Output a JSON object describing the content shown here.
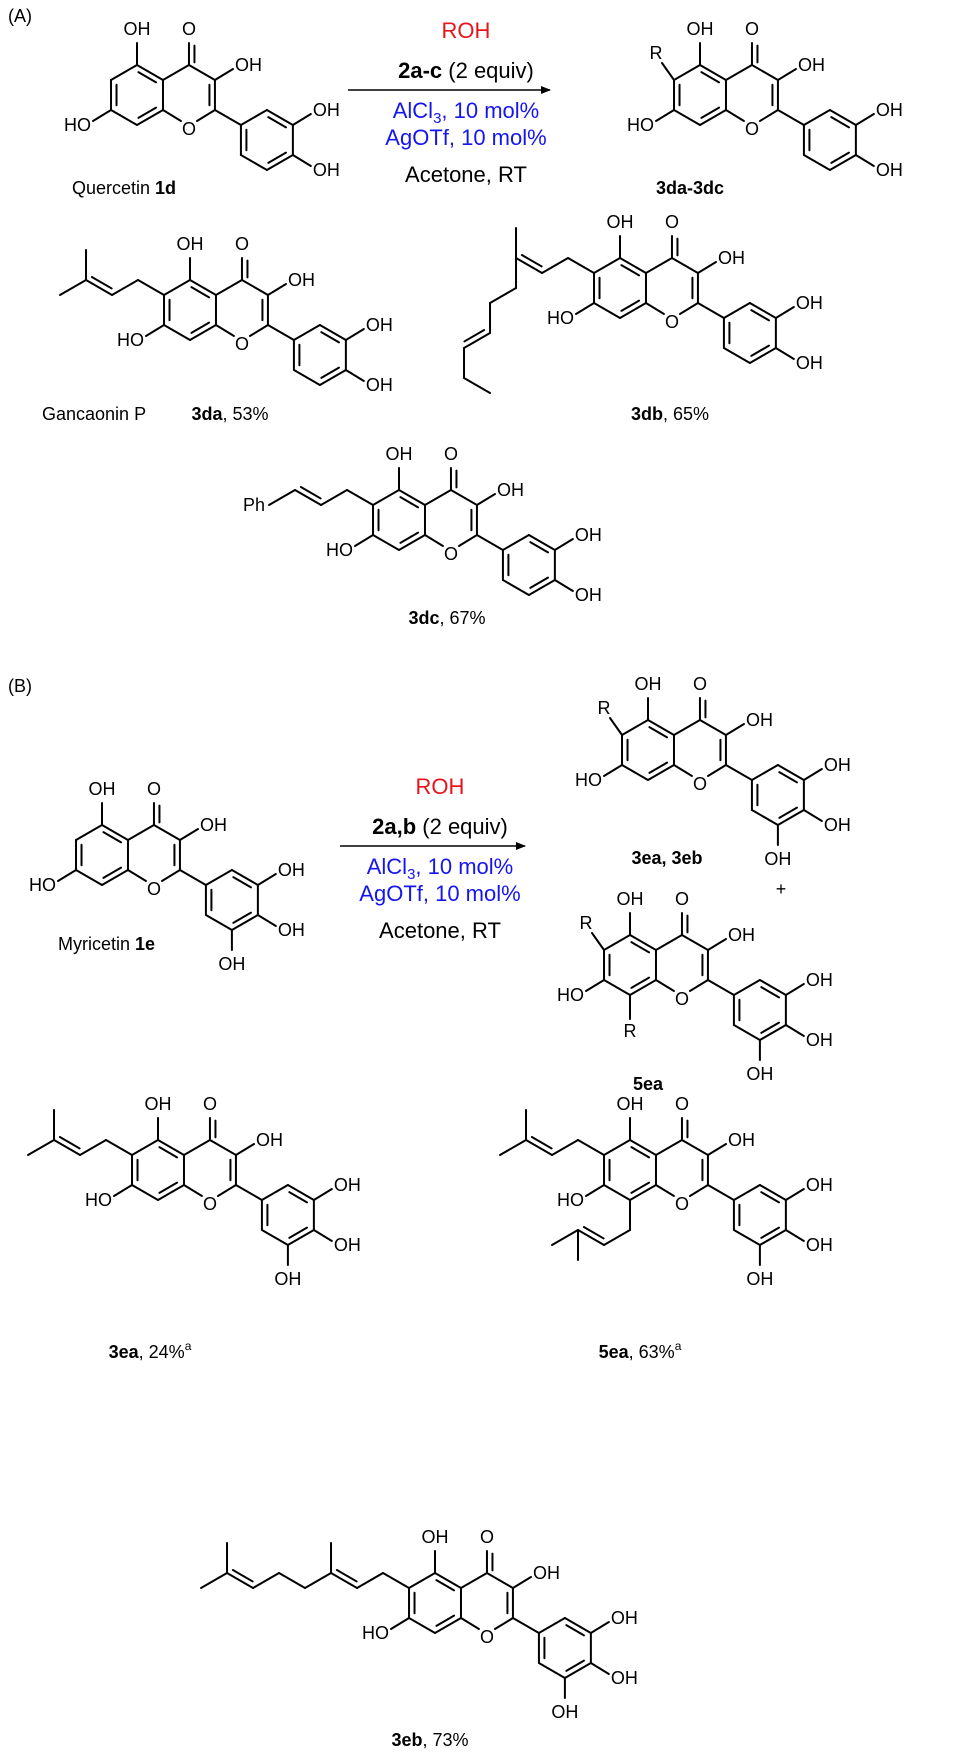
{
  "colors": {
    "text": "#000000",
    "r_group": "#e8141c",
    "catalyst": "#1515f0",
    "background": "#ffffff"
  },
  "atoms": {
    "oh": "OH",
    "ho": "HO",
    "o": "O",
    "r": "R",
    "ph": "Ph"
  },
  "panel_a": {
    "label": "(A)",
    "reagent": "ROH",
    "equiv_bold": "2a-c",
    "equiv_rest": " (2 equiv)",
    "cat1_pre": "AlCl",
    "cat1_sub": "3",
    "cat1_post": ", 10 mol%",
    "cat2": "AgOTf, 10 mol%",
    "solvent": "Acetone, RT",
    "start_name": "Quercetin ",
    "start_id": "1d",
    "product_id": "3da-3dc",
    "p1_name": "Gancaonin P",
    "p1_id": "3da",
    "p1_yield": ", 53%",
    "p2_id": "3db",
    "p2_yield": ", 65%",
    "p3_id": "3dc",
    "p3_yield": ", 67%"
  },
  "panel_b": {
    "label": "(B)",
    "reagent": "ROH",
    "equiv_bold": "2a,b",
    "equiv_rest": " (2 equiv)",
    "cat1_pre": "AlCl",
    "cat1_sub": "3",
    "cat1_post": ", 10 mol%",
    "cat2": "AgOTf, 10 mol%",
    "solvent": "Acetone, RT",
    "start_name": "Myricetin ",
    "start_id": "1e",
    "product1_id": "3ea, 3eb",
    "plus": "+",
    "product2_id": "5ea",
    "p1_id": "3ea",
    "p1_yield": ", 24%",
    "p1_note": "a",
    "p2_id": "5ea",
    "p2_yield": ", 63%",
    "p2_note": "a",
    "p3_id": "3eb",
    "p3_yield": ", 73%"
  }
}
